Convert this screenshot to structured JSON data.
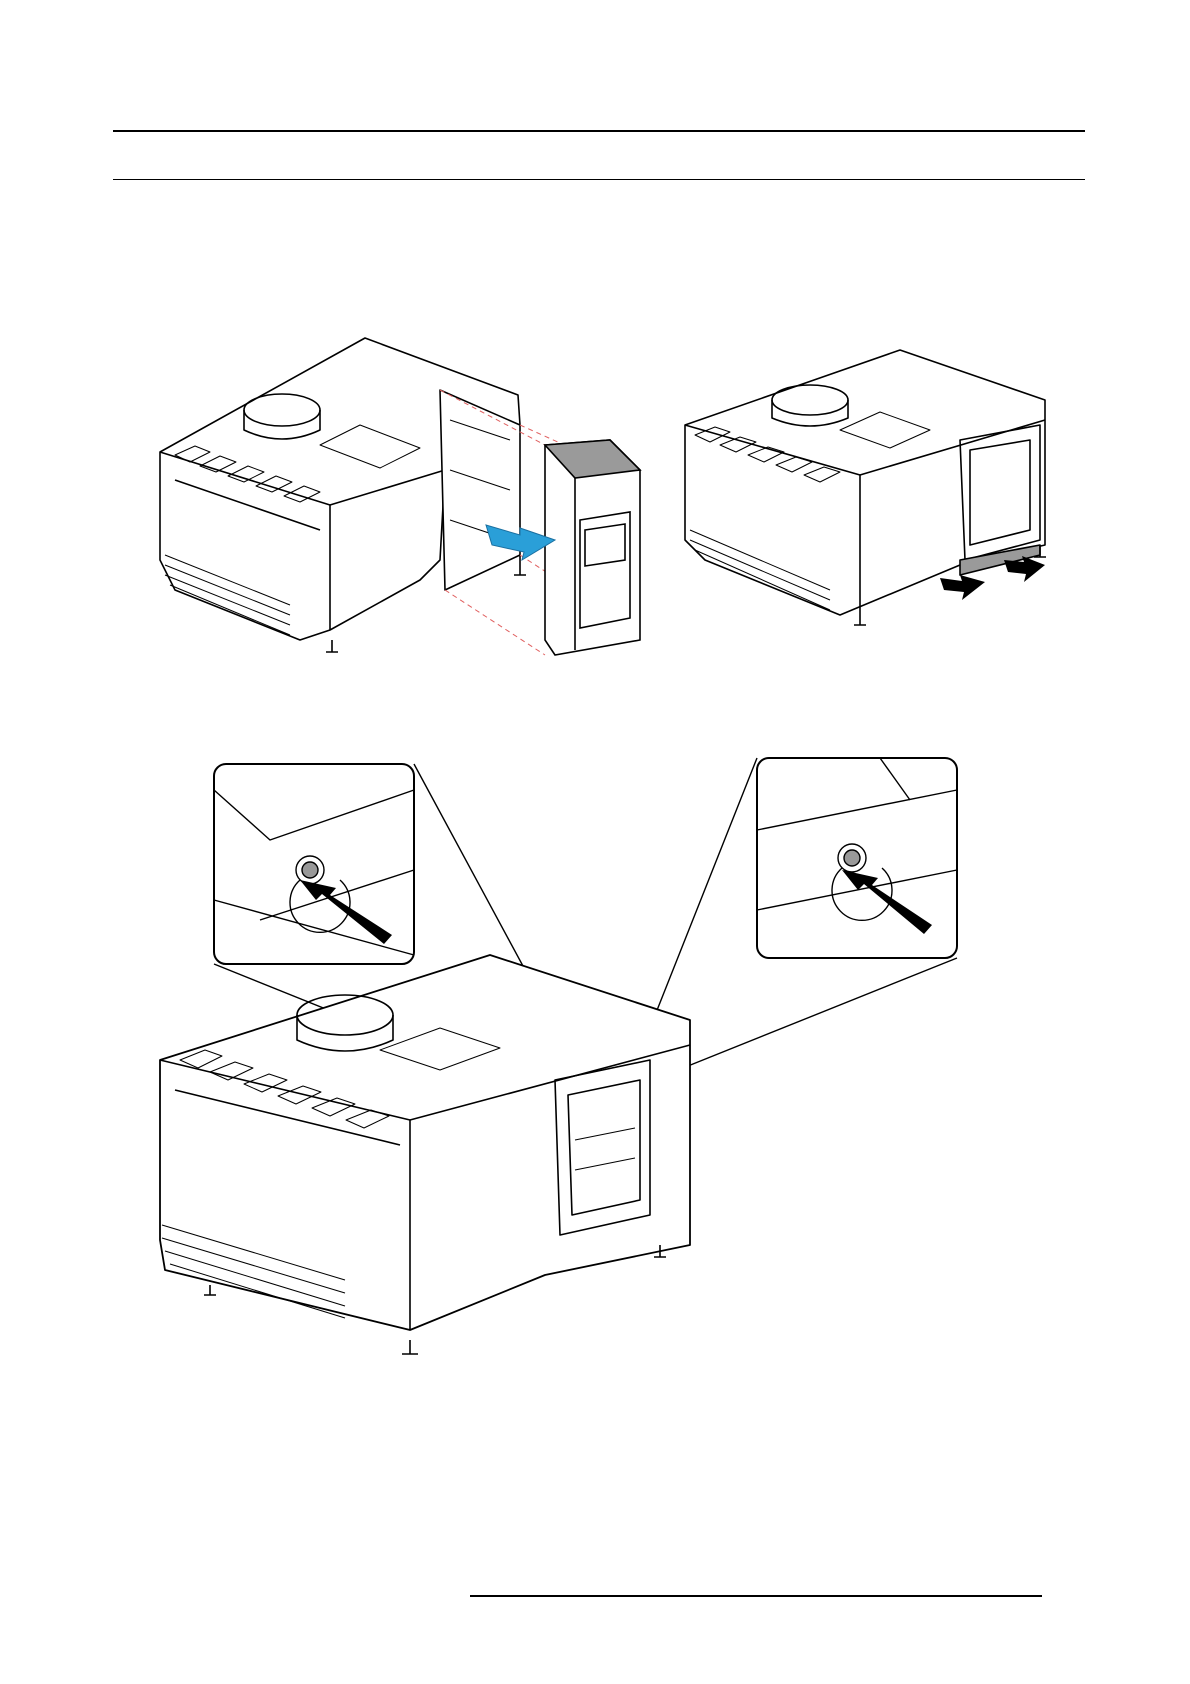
{
  "page": {
    "header_rules": [
      "top",
      "second"
    ],
    "footer_rule": true
  },
  "figures": [
    {
      "name": "projector-side-cover-install",
      "caption": ""
    },
    {
      "name": "projector-side-cover-installed",
      "caption": ""
    },
    {
      "name": "projector-cover-screws-detail",
      "caption": ""
    }
  ],
  "colors": {
    "line": "#000000",
    "highlight_arrow": "#2a9fd8",
    "cover_gray": "#9a9a9a",
    "dashed_guide": "#e06060"
  },
  "icons": [
    "push-arrow-icon",
    "rotate-screw-icon"
  ]
}
